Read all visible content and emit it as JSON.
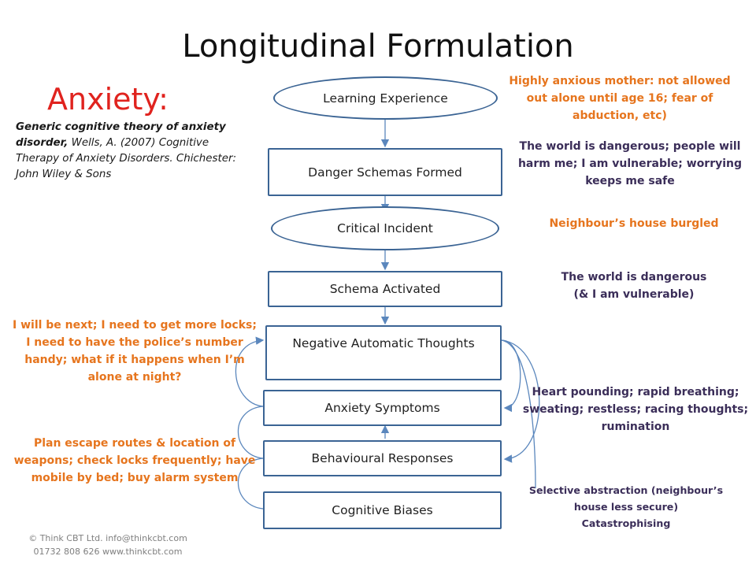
{
  "title": "Longitudinal Formulation",
  "subtitle": "Anxiety:",
  "reference": {
    "bold_part": "Generic cognitive theory of anxiety disorder,",
    "rest": " Wells, A. (2007) Cognitive Therapy of Anxiety Disorders. Chichester: John Wiley & Sons"
  },
  "nodes": {
    "learning_experience": "Learning Experience",
    "danger_schemas": "Danger Schemas Formed",
    "critical_incident": "Critical Incident",
    "schema_activated": "Schema Activated",
    "negative_thoughts": "Negative Automatic Thoughts",
    "anxiety_symptoms": "Anxiety Symptoms",
    "behavioural_responses": "Behavioural Responses",
    "cognitive_biases": "Cognitive Biases"
  },
  "notes": {
    "mother": "Highly anxious mother: not allowed out alone until age 16; fear of abduction, etc)",
    "world_dangerous": "The world is dangerous; people will harm me; I am vulnerable; worrying keeps me safe",
    "burgled": "Neighbour’s house burgled",
    "world_dangerous_short_1": "The world is dangerous",
    "world_dangerous_short_2": "(& I am vulnerable)",
    "thoughts": "I will be next; I need to get more locks; I need to have the police’s number handy; what if it happens when I’m alone at night?",
    "symptoms": "Heart pounding; rapid breathing; sweating; restless; racing thoughts; rumination",
    "behaviours": "Plan escape routes & location of weapons; check locks frequently; have mobile by bed; buy alarm system",
    "biases_1": "Selective abstraction (neighbour’s house less secure)",
    "biases_2": "Catastrophising"
  },
  "copyright": {
    "line1": "© Think CBT Ltd. info@thinkcbt.com",
    "line2": "01732 808 626 www.thinkcbt.com"
  },
  "colors": {
    "box_border": "#3b6494",
    "orange_text": "#e6751e",
    "purple_text": "#3b2e59",
    "arrow": "#5b87bd",
    "heading_red": "#e0231e"
  }
}
